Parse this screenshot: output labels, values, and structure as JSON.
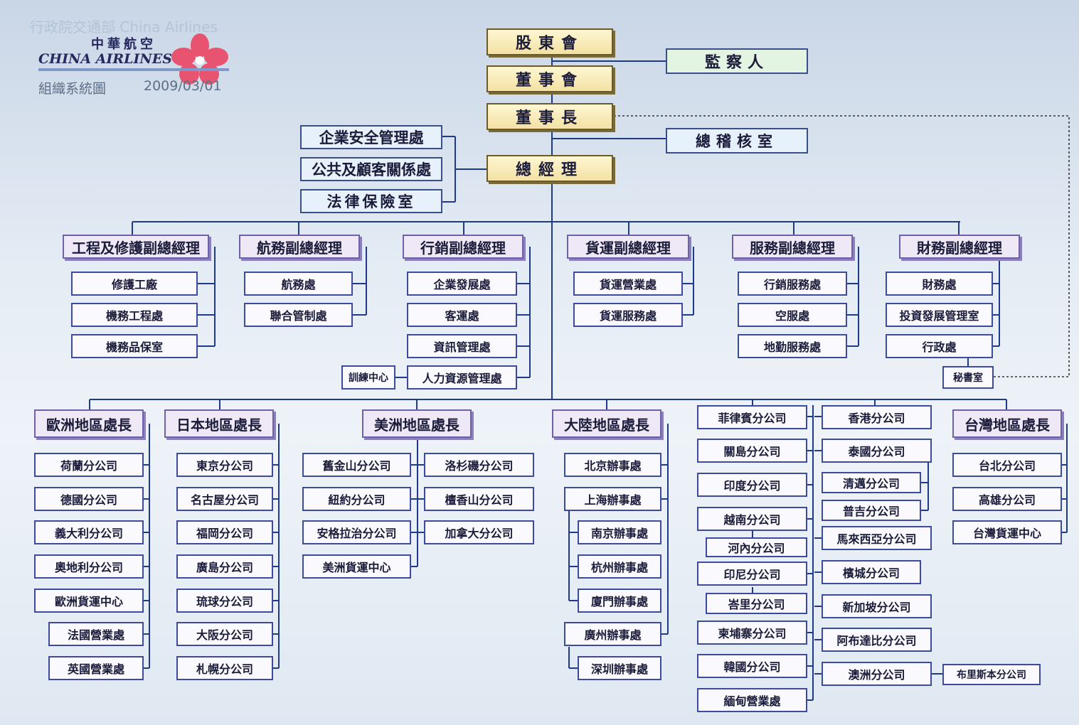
{
  "logo": {
    "faint_text": "行政院交通部 China Airlines",
    "name_zh": "中華航空",
    "name_en": "CHINA AIRLINES",
    "chart_name": "組織系統圖",
    "date": "2009/03/01"
  },
  "exec": {
    "shareholders": "股東會",
    "supervisors": "監察人",
    "board": "董事會",
    "chairman": "董事長",
    "audit": "總稽核室",
    "president": "總經理"
  },
  "staff_offices": [
    "企業安全管理處",
    "公共及顧客關係處",
    "法律保險室"
  ],
  "divisions": [
    {
      "title": "工程及修護副總經理",
      "units": [
        "修護工廠",
        "機務工程處",
        "機務品保室"
      ]
    },
    {
      "title": "航務副總經理",
      "units": [
        "航務處",
        "聯合管制處"
      ]
    },
    {
      "title": "行銷副總經理",
      "units": [
        "企業發展處",
        "客運處",
        "資訊管理處",
        "人力資源管理處"
      ],
      "extra": "訓練中心"
    },
    {
      "title": "貨運副總經理",
      "units": [
        "貨運營業處",
        "貨運服務處"
      ]
    },
    {
      "title": "服務副總經理",
      "units": [
        "行銷服務處",
        "空服處",
        "地勤服務處"
      ]
    },
    {
      "title": "財務副總經理",
      "units": [
        "財務處",
        "投資發展管理室",
        "行政處"
      ],
      "extra": "秘書室"
    }
  ],
  "regions": {
    "europe": {
      "title": "歐洲地區處長",
      "units": [
        "荷蘭分公司",
        "德國分公司",
        "義大利分公司",
        "奧地利分公司",
        "歐洲貨運中心",
        "法國營業處",
        "英國營業處"
      ]
    },
    "japan": {
      "title": "日本地區處長",
      "units": [
        "東京分公司",
        "名古屋分公司",
        "福岡分公司",
        "廣島分公司",
        "琉球分公司",
        "大阪分公司",
        "札幌分公司"
      ]
    },
    "america": {
      "title": "美洲地區處長",
      "left": [
        "舊金山分公司",
        "紐約分公司",
        "安格拉治分公司",
        "美洲貨運中心"
      ],
      "right": [
        "洛杉磯分公司",
        "檀香山分公司",
        "加拿大分公司"
      ]
    },
    "china": {
      "title": "大陸地區處長",
      "top": "北京辦事處",
      "mid": "上海辦事處",
      "sub": [
        "南京辦事處",
        "杭州辦事處",
        "廈門辦事處"
      ],
      "bottom": "廣州辦事處",
      "bottom_sub": "深圳辦事處"
    },
    "asia_a": [
      "菲律賓分公司",
      "關島分公司",
      "印度分公司",
      "越南分公司",
      "河內分公司",
      "印尼分公司",
      "峇里分公司",
      "柬埔寨分公司",
      "韓國分公司",
      "緬甸營業處"
    ],
    "asia_b": [
      "香港分公司",
      "泰國分公司",
      "清邁分公司",
      "普吉分公司",
      "馬來西亞分公司",
      "檳城分公司",
      "新加坡分公司",
      "阿布達比分公司",
      "澳洲分公司"
    ],
    "asia_b_extra": "布里斯本分公司",
    "taiwan": {
      "title": "台灣地區處長",
      "units": [
        "台北分公司",
        "高雄分公司",
        "台灣貨運中心"
      ]
    }
  }
}
